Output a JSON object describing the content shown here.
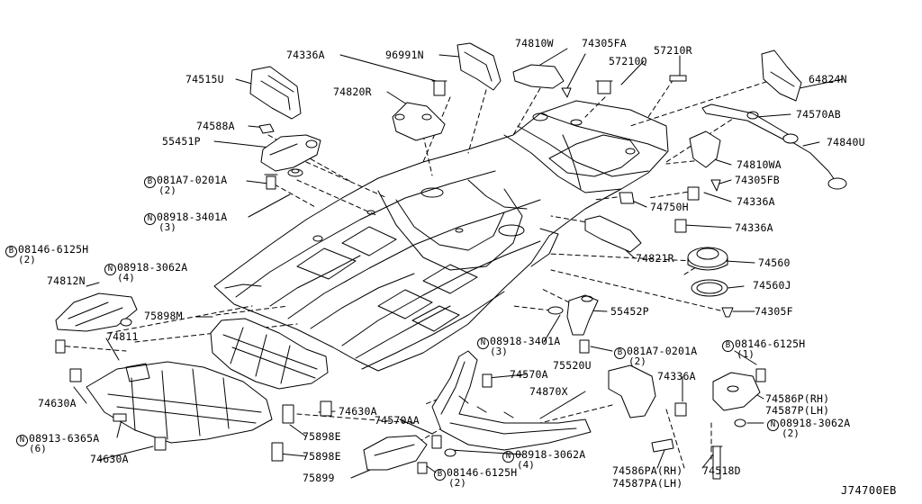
{
  "diagram_code": "J74700EB",
  "labels": {
    "p74336A_top": "74336A",
    "p96991N": "96991N",
    "p74810W": "74810W",
    "p74305FA": "74305FA",
    "p57210R": "57210R",
    "p57210Q": "57210Q",
    "p64824N": "64824N",
    "p74515U": "74515U",
    "p74820R": "74820R",
    "p74570AB": "74570AB",
    "p74588A": "74588A",
    "p55451P": "55451P",
    "p74840U": "74840U",
    "p74810WA": "74810WA",
    "p081A7_a_mark": "B",
    "p081A7_a": "081A7-0201A",
    "p081A7_a_qty": "(2)",
    "p74305FB": "74305FB",
    "p74336A_r1": "74336A",
    "p08918_3401A_a_mark": "N",
    "p08918_3401A_a": "08918-3401A",
    "p08918_3401A_a_qty": "(3)",
    "p74750H": "74750H",
    "p74336A_r2": "74336A",
    "p08146_6125H_a_mark": "B",
    "p08146_6125H_a": "08146-6125H",
    "p08146_6125H_a_qty": "(2)",
    "p74821R": "74821R",
    "p74560": "74560",
    "p08918_3062A_a_mark": "N",
    "p08918_3062A_a": "08918-3062A",
    "p08918_3062A_a_qty": "(4)",
    "p74560J": "74560J",
    "p74812N": "74812N",
    "p74305F": "74305F",
    "p75898M": "75898M",
    "p55452P": "55452P",
    "p74811": "74811",
    "p08918_3401A_b_mark": "N",
    "p08918_3401A_b": "08918-3401A",
    "p08918_3401A_b_qty": "(3)",
    "p081A7_b_mark": "B",
    "p081A7_b": "081A7-0201A",
    "p081A7_b_qty": "(2)",
    "p08146_6125H_b_mark": "B",
    "p08146_6125H_b": "08146-6125H",
    "p08146_6125H_b_qty": "(1)",
    "p74570A": "74570A",
    "p75520U": "75520U",
    "p74336A_r3": "74336A",
    "p74630A_a": "74630A",
    "p74870X": "74870X",
    "p74586P": "74586P(RH)",
    "p74587P": "74587P(LH)",
    "p74630A_b": "74630A",
    "p74570AA": "74570AA",
    "p08918_3062A_b_mark": "N",
    "p08918_3062A_b": "08918-3062A",
    "p08918_3062A_b_qty": "(2)",
    "p08913_6365A_mark": "N",
    "p08913_6365A": "08913-6365A",
    "p08913_6365A_qty": "(6)",
    "p75898E_a": "75898E",
    "p08918_3062A_c_mark": "N",
    "p08918_3062A_c": "08918-3062A",
    "p08918_3062A_c_qty": "(4)",
    "p74630A_c": "74630A",
    "p75898E_b": "75898E",
    "p74586PA": "74586PA(RH)",
    "p74518D": "74518D",
    "p75899": "75899",
    "p08146_6125H_c_mark": "B",
    "p08146_6125H_c": "08146-6125H",
    "p08146_6125H_c_qty": "(2)",
    "p74587PA": "74587PA(LH)"
  }
}
